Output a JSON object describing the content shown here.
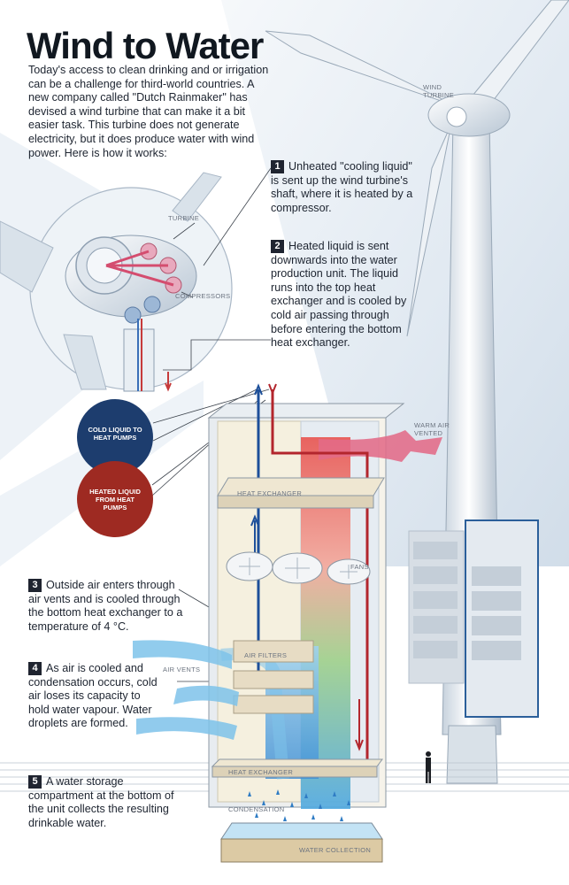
{
  "title": "Wind to Water",
  "intro": "Today's access to clean drinking and or irrigation can be a challenge for third-world countries. A new company called \"Dutch Rainmaker\" has devised a wind turbine that can make it a bit easier task. This turbine does not generate electricity, but it does produce water with wind power. Here is how it works:",
  "steps": [
    {
      "num": "1",
      "text": "Unheated \"cooling liquid\" is sent up the wind turbine's shaft, where it is heated by a compressor."
    },
    {
      "num": "2",
      "text": "Heated liquid is sent downwards into the water production unit. The liquid runs into the top heat exchanger and is cooled by cold air passing through before entering the bottom heat exchanger."
    },
    {
      "num": "3",
      "text": "Outside air enters through air vents and is cooled through the bottom heat exchanger to a temperature of 4 °C."
    },
    {
      "num": "4",
      "text": "As air is cooled and condensation occurs, cold air loses its capacity to hold water vapour. Water droplets are formed."
    },
    {
      "num": "5",
      "text": "A water storage compartment at the bottom of the unit collects the resulting drinkable water."
    }
  ],
  "labels": {
    "wind_turbine": "WIND TURBINE",
    "turbine": "TURBINE",
    "compressors": "COMPRESSORS",
    "cold_liquid": "COLD LIQUID TO HEAT PUMPS",
    "heated_liquid": "HEATED LIQUID FROM HEAT PUMPS",
    "warm_air": "WARM AIR VENTED",
    "heat_exchanger_top": "HEAT EXCHANGER",
    "fans": "FANS",
    "air_filters": "AIR FILTERS",
    "air_vents": "AIR VENTS",
    "heat_exchanger_bottom": "HEAT EXCHANGER",
    "condensation": "CONDENSATION",
    "water_collection": "WATER COLLECTION"
  },
  "colors": {
    "sky": "#dfe8f1",
    "cold_line": "#1d4f9a",
    "hot_line": "#b3262d",
    "cold_circle": "#1d3d6e",
    "hot_circle": "#9e2a22",
    "warm_air": "#e36b88",
    "cool_air": "#7ec3ea"
  }
}
